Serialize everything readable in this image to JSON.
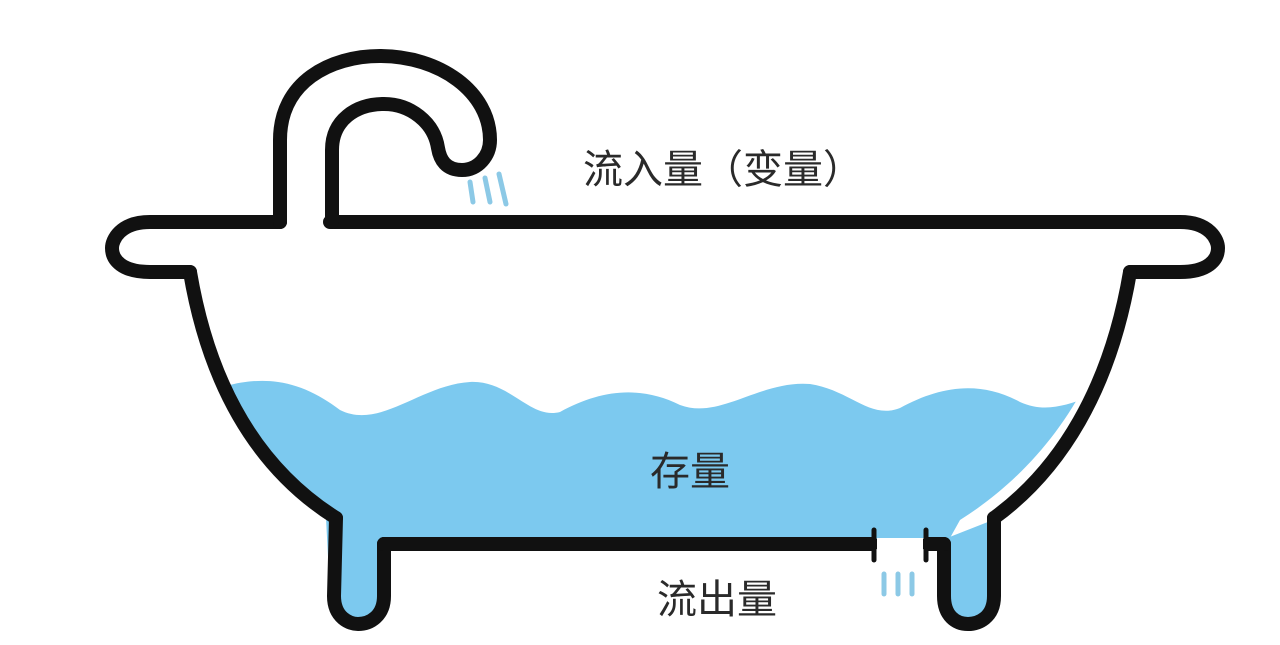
{
  "labels": {
    "inflow": "流入量（变量）",
    "stock": "存量",
    "outflow": "流出量"
  },
  "icons": {
    "bathtub": "bathtub-icon",
    "faucet": "faucet-icon",
    "inflow_stream": "water-stream-icon",
    "drain": "drain-icon",
    "outflow_stream": "water-stream-icon"
  },
  "colors": {
    "outline": "#111111",
    "water": "#7cc9ef",
    "stream": "#8cc9e6",
    "background": "#ffffff",
    "text": "#2a2a2a"
  }
}
